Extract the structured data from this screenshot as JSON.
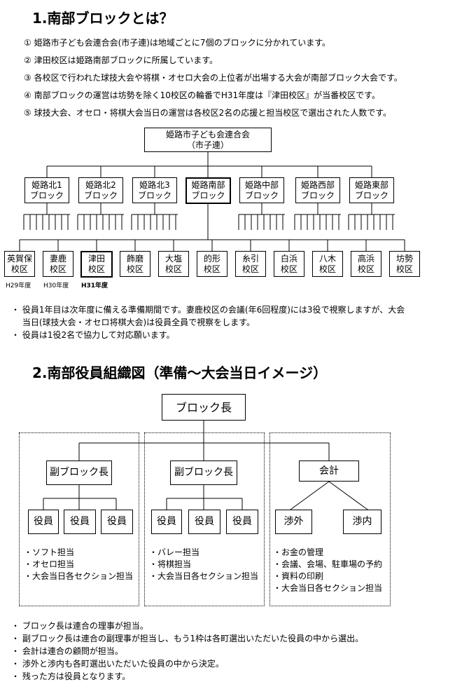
{
  "section1": {
    "title": "1.南部ブロックとは？",
    "items": [
      "① 姫路市子ども会連合会(市子連)は地域ごとに7個のブロックに分かれています。",
      "② 津田校区は姫路南部ブロックに所属しています。",
      "③ 各校区で行われた球技大会や将棋・オセロ大会の上位者が出場する大会が南部ブロック大会です。",
      "④ 南部ブロックの運営は坊勢を除く10校区の輪番でH31年度は『津田校区』が当番校区です。",
      "⑤ 球技大会、オセロ・将棋大会当日の運営は各校区2名の応援と担当校区で選出された人数です。"
    ]
  },
  "org1": {
    "root": [
      "姫路市子ども会連合会",
      "（市子連）"
    ],
    "blocks": [
      [
        "姫路北1",
        "ブロック"
      ],
      [
        "姫路北2",
        "ブロック"
      ],
      [
        "姫路北3",
        "ブロック"
      ],
      [
        "姫路南部",
        "ブロック"
      ],
      [
        "姫路中部",
        "ブロック"
      ],
      [
        "姫路西部",
        "ブロック"
      ],
      [
        "姫路東部",
        "ブロック"
      ]
    ],
    "districts": [
      [
        "英賀保",
        "校区"
      ],
      [
        "妻鹿",
        "校区"
      ],
      [
        "津田",
        "校区"
      ],
      [
        "飾磨",
        "校区"
      ],
      [
        "大塩",
        "校区"
      ],
      [
        "的形",
        "校区"
      ],
      [
        "糸引",
        "校区"
      ],
      [
        "白浜",
        "校区"
      ],
      [
        "八木",
        "校区"
      ],
      [
        "高浜",
        "校区"
      ],
      [
        "坊勢",
        "校区"
      ]
    ],
    "years": [
      "H29年度",
      "H30年度",
      "H31年度"
    ]
  },
  "notes1": [
    "・ 役員1年目は次年度に備える準備期間です。妻鹿校区の会議(年6回程度)には3役で視察しますが、大会",
    "　 当日(球技大会・オセロ将棋大会)は役員全員で視察をします。",
    "・ 役員は1役2名で協力して対応願います。"
  ],
  "section2": {
    "title": "2.南部役員組織図（準備～大会当日イメージ）"
  },
  "org2": {
    "head": "ブロック長",
    "vice": "副ブロック長",
    "treasurer": "会計",
    "officer": "役員",
    "liaison_out": "渉外",
    "liaison_in": "渉内",
    "duties": [
      [
        "・ソフト担当",
        "・オセロ担当",
        "・大会当日各セクション担当"
      ],
      [
        "・バレー担当",
        "・将棋担当",
        "・大会当日各セクション担当"
      ],
      [
        "・お金の管理",
        "・会議、会場、駐車場の予約",
        "・資料の印刷",
        "・大会当日各セクション担当"
      ]
    ]
  },
  "notes2": [
    "・ ブロック長は連合の理事が担当。",
    "・ 副ブロック長は連合の副理事が担当し、もう1枠は各町選出いただいた役員の中から選出。",
    "・ 会計は連合の顧問が担当。",
    "・ 渉外と渉内も各町選出いただいた役員の中から決定。",
    "・ 残った方は役員となります。"
  ]
}
